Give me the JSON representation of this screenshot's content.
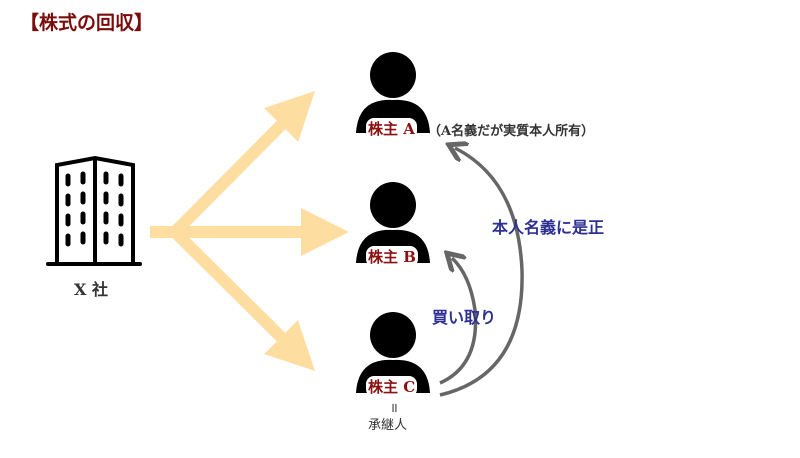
{
  "title": "【株式の回収】",
  "company": {
    "label": "X 社"
  },
  "shareholders": [
    {
      "label": "株主 A",
      "note": "（A名義だが実質本人所有）"
    },
    {
      "label": "株主 B"
    },
    {
      "label": "株主 C",
      "equals": "॥",
      "note": "承継人"
    }
  ],
  "arrows": {
    "buyback": "買い取り",
    "correct": "本人名義に是正"
  },
  "colors": {
    "title": "#7a0c0c",
    "flow": "#fddda0",
    "label_blue": "#2e3192",
    "curve": "#666666"
  }
}
